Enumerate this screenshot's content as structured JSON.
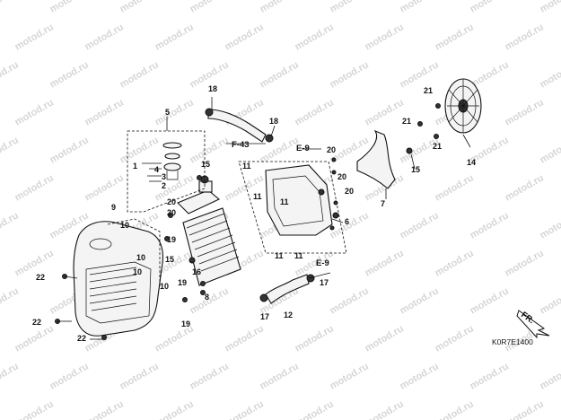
{
  "diagram": {
    "watermark_text": "motod.ru",
    "diagram_code": "K0R7E1400",
    "front_marker": "FR.",
    "references": [
      {
        "id": "ref-f43",
        "text": "F-43"
      },
      {
        "id": "ref-e9-top",
        "text": "E-9"
      },
      {
        "id": "ref-e9-bottom",
        "text": "E-9"
      }
    ],
    "callouts": [
      "1",
      "2",
      "3",
      "4",
      "5",
      "6",
      "7",
      "8",
      "9",
      "10",
      "10",
      "10",
      "10",
      "11",
      "11",
      "11",
      "11",
      "11",
      "12",
      "14",
      "15",
      "15",
      "15",
      "16",
      "17",
      "17",
      "18",
      "18",
      "19",
      "19",
      "19",
      "20",
      "20",
      "20",
      "20",
      "20",
      "21",
      "21",
      "21",
      "22",
      "22",
      "22"
    ]
  }
}
